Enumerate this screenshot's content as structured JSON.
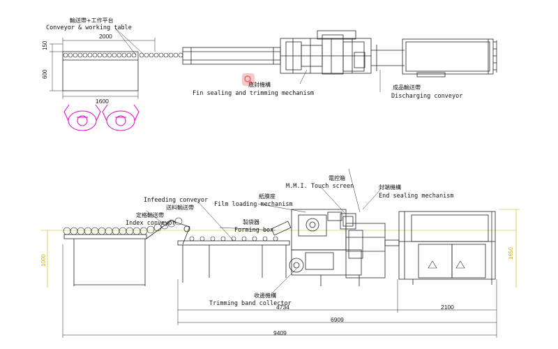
{
  "labels": {
    "conveyor_zh": "輸送帶+工作平台",
    "conveyor_en": "Conveyor & working table",
    "fin_zh": "底封機構",
    "fin_en": "Fin sealing and trimming mechanism",
    "discharge_zh": "成品輸送帶",
    "discharge_en": "Discharging conveyor",
    "control_zh": "電控箱",
    "touch_en": "M.M.I. Touch screen",
    "end_zh": "封端機構",
    "end_en": "End sealing mechanism",
    "film_zh": "紙膜座",
    "film_en": "Film loading mechanism",
    "infeed_en": "Infeeding conveyor",
    "infeed_zh": "送料輸送帶",
    "index_zh": "定格輸送帶",
    "index_en": "Index conveyor",
    "forming_zh": "製袋器",
    "forming_en": "Forming box",
    "trim_zh": "收邊機構",
    "trim_en": "Trimming band collector"
  },
  "dimensions": {
    "top_width": "2000",
    "top_h1": "150",
    "top_h2": "600",
    "top_table": "1600",
    "side_4734": "4734",
    "side_2100": "2100",
    "side_6909": "6909",
    "side_9409": "9409",
    "side_h_left": "1000",
    "side_h_right": "1650"
  },
  "colors": {
    "line": "#222222",
    "operator": "#e000c8",
    "dim_accent": "#c9b100",
    "watermark": "#f06060"
  },
  "icons": [
    "operator-icon",
    "watermark-search-icon"
  ]
}
